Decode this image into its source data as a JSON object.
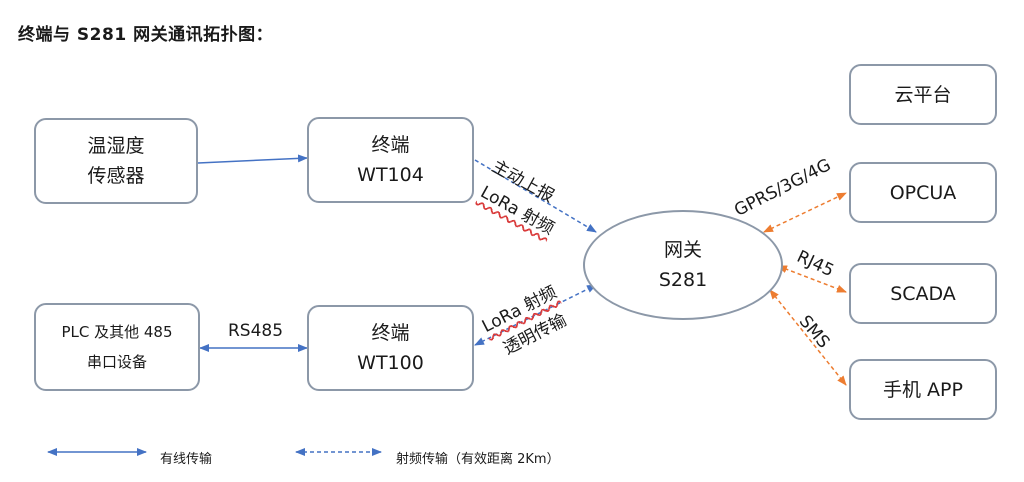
{
  "title": "终端与 S281 网关通讯拓扑图：",
  "nodes": {
    "sensor": {
      "line1": "温湿度",
      "line2": "传感器"
    },
    "wt104": {
      "line1": "终端",
      "line2": "WT104"
    },
    "plc": {
      "line1": "PLC 及其他 485",
      "line2": "串口设备"
    },
    "wt100": {
      "line1": "终端",
      "line2": "WT100"
    },
    "gateway": {
      "line1": "网关",
      "line2": "S281"
    },
    "cloud": {
      "label": "云平台"
    },
    "opcua": {
      "label": "OPCUA"
    },
    "scada": {
      "label": "SCADA"
    },
    "app": {
      "label": "手机 APP"
    }
  },
  "edges": {
    "wt104_upper": "主动上报",
    "wt104_lower": "LoRa 射频",
    "wt100_upper": "LoRa 射频",
    "wt100_lower": "透明传输",
    "rs485": "RS485",
    "gprs": "GPRS/3G/4G",
    "rj45": "RJ45",
    "sms": "SMS"
  },
  "legend": {
    "wired": "有线传输",
    "rf": "射频传输（有效距离 2Km）"
  },
  "colors": {
    "blue": "#4472c4",
    "orange": "#ed7d31",
    "border": "#8c98a8"
  }
}
